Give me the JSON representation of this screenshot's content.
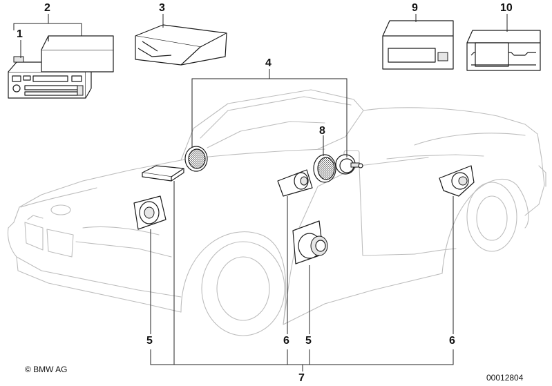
{
  "diagram": {
    "callouts": {
      "c1": "1",
      "c2": "2",
      "c3": "3",
      "c4": "4",
      "c5a": "5",
      "c5b": "5",
      "c6a": "6",
      "c6b": "6",
      "c7": "7",
      "c8": "8",
      "c9": "9",
      "c10": "10"
    },
    "copyright": "© BMW AG",
    "diagram_number": "00012804"
  }
}
